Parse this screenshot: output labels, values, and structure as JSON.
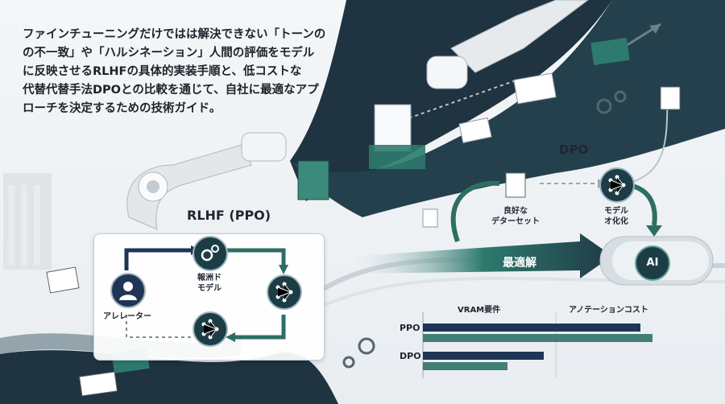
{
  "intro_text": "ファインチューニングだけではは解決できない「トーンの\nの不一致」や「ハルシネーション」人間の評価をモデル\nに反映させるRLHFの具体的実装手順と、低コストな\n代替代替手法DPOとの比較を通じて、自社に最適なアプ\nローチを決定するための技術ガイド。",
  "rlhf": {
    "title": "RLHF (PPO)",
    "annotator_label": "アレレーター",
    "reward_model_label": "報洲ド\nモデル"
  },
  "dpo": {
    "title": "DPO",
    "good_data_label": "良好な\nデターセット",
    "model_opt_label": "モデル\nオ化化"
  },
  "optimal_label": "最適解",
  "ai_badge": "AI",
  "chart_data": {
    "type": "bar",
    "categories": [
      "PPO",
      "DPO"
    ],
    "series": [
      {
        "name": "VRAM要件",
        "values": [
          0.9,
          0.5
        ]
      },
      {
        "name": "アノテーションコスト",
        "values": [
          0.95,
          0.35
        ]
      }
    ],
    "xlim": [
      0,
      1
    ],
    "colors": {
      "dark": "#1f3556",
      "teal": "#256b62"
    }
  },
  "colors": {
    "navy": "#1f3340",
    "teal": "#2d7a6e",
    "light": "#ffffff"
  }
}
